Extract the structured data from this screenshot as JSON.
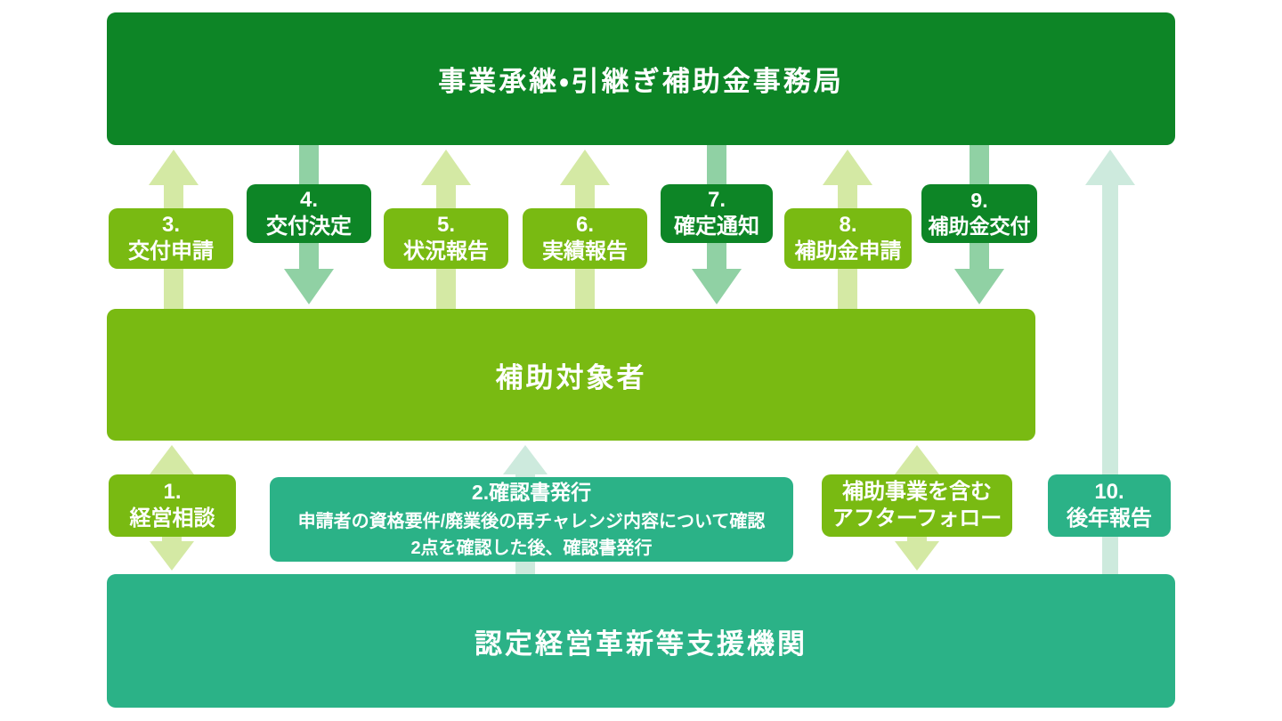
{
  "colors": {
    "dark_green": "#0d8526",
    "light_green": "#79ba12",
    "teal": "#2bb287",
    "pale_lime_arrow": "#d4e9a4",
    "medium_green_arrow": "#90d1a4",
    "mint_arrow": "#cdeadd",
    "text": "#ffffff",
    "background": "#ffffff"
  },
  "diagram": {
    "top_bar": {
      "label": "事業承継・引継ぎ補助金事務局"
    },
    "middle_bar": {
      "label": "補助対象者"
    },
    "bottom_bar": {
      "label": "認定経営革新等支援機関"
    },
    "upper_steps": [
      {
        "number": "3.",
        "label": "交付申請",
        "direction": "up",
        "style": "light"
      },
      {
        "number": "4.",
        "label": "交付決定",
        "direction": "down",
        "style": "dark"
      },
      {
        "number": "5.",
        "label": "状況報告",
        "direction": "up",
        "style": "light"
      },
      {
        "number": "6.",
        "label": "実績報告",
        "direction": "up",
        "style": "light"
      },
      {
        "number": "7.",
        "label": "確定通知",
        "direction": "down",
        "style": "dark"
      },
      {
        "number": "8.",
        "label": "補助金申請",
        "direction": "up",
        "style": "light"
      },
      {
        "number": "9.",
        "label": "補助金交付",
        "direction": "down",
        "style": "dark"
      }
    ],
    "lower_steps": {
      "step1": {
        "number": "1.",
        "label": "経営相談",
        "direction": "both"
      },
      "step2": {
        "title": "2.確認書発行",
        "line1": "申請者の資格要件/廃業後の再チャレンジ内容について確認",
        "line2": "2点を確認した後、確認書発行",
        "direction": "up"
      },
      "after_follow": {
        "line1": "補助事業を含む",
        "line2": "アフターフォロー",
        "direction": "both"
      },
      "step10": {
        "number": "10.",
        "label": "後年報告",
        "direction": "up"
      }
    }
  }
}
